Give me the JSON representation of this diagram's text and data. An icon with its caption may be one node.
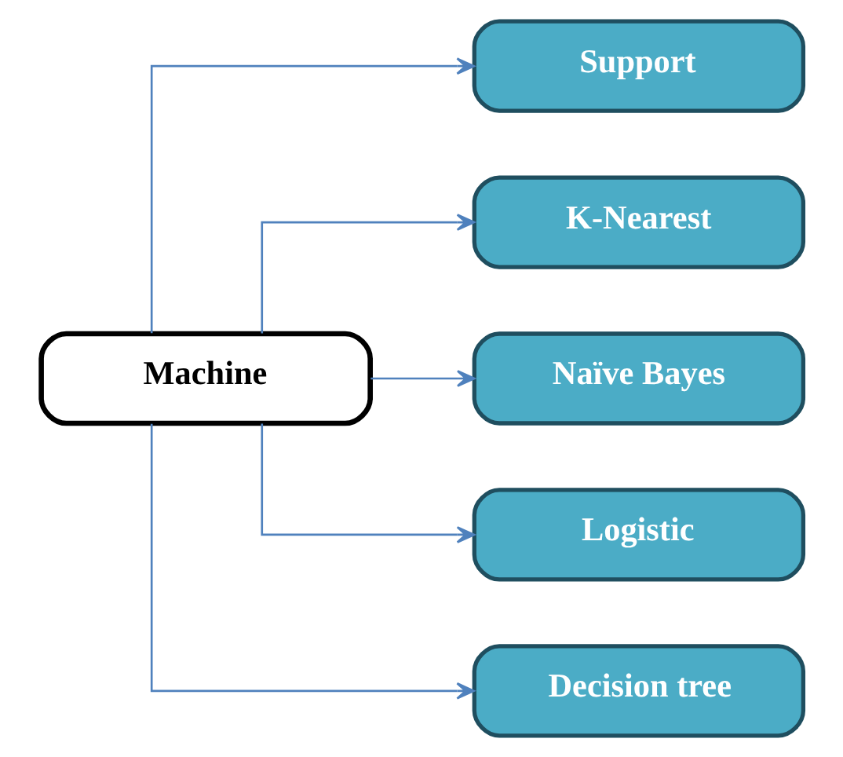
{
  "diagram": {
    "nodes": [
      {
        "text": [
          "Machine"
        ]
      },
      {
        "text": [
          "Support"
        ]
      },
      {
        "text": [
          "K-Nearest"
        ]
      },
      {
        "text": [
          "Naïve Bayes"
        ]
      },
      {
        "text": [
          "Logistic"
        ]
      },
      {
        "text": [
          "Decision tree"
        ]
      }
    ],
    "edges": [
      {
        "from": 0,
        "to": 1,
        "arrow": "to"
      },
      {
        "from": 0,
        "to": 2,
        "arrow": "to"
      },
      {
        "from": 0,
        "to": 3,
        "arrow": "to"
      },
      {
        "from": 0,
        "to": 4,
        "arrow": "to"
      },
      {
        "from": 0,
        "to": 5,
        "arrow": "to"
      }
    ]
  }
}
